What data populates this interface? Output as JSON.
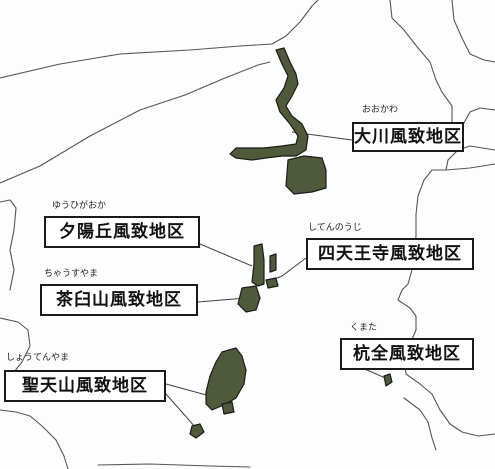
{
  "map": {
    "colors": {
      "district_fill": "#4f5a3b",
      "line": "#555555",
      "label_border": "#1a1a1a"
    },
    "districts": [
      {
        "id": "okawa",
        "name": "大川風致地区",
        "reading": "おおかわ"
      },
      {
        "id": "yuhigaoka",
        "name": "夕陽丘風致地区",
        "reading": "ゆうひがおか"
      },
      {
        "id": "shitennoji",
        "name": "四天王寺風致地区",
        "reading": "してんのうじ"
      },
      {
        "id": "chausuyama",
        "name": "茶臼山風致地区",
        "reading": "ちゃうすやま"
      },
      {
        "id": "kumata",
        "name": "杭全風致地区",
        "reading": "くまた"
      },
      {
        "id": "shotenyama",
        "name": "聖天山風致地区",
        "reading": "しょうてんやま"
      }
    ]
  }
}
